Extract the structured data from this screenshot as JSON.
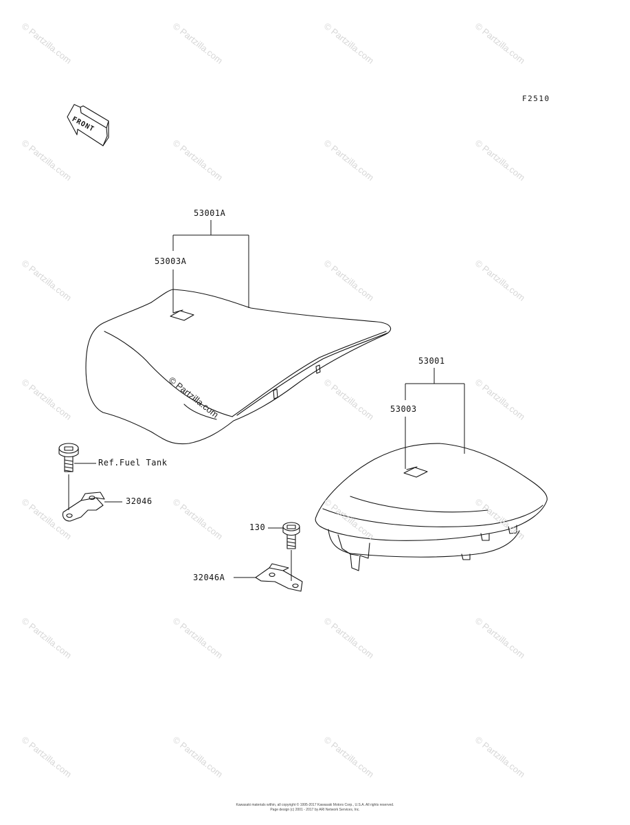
{
  "figure_id": "F2510",
  "front_label": "FRONT",
  "watermark": "© Partzilla.com",
  "parts": {
    "front_seat": "53001A",
    "front_seat_cover": "53003A",
    "rear_seat": "53001",
    "rear_seat_cover": "53003",
    "bracket": "32046",
    "bracket_a": "32046A",
    "bolt": "130",
    "ref_fuel_tank": "Ref.Fuel Tank"
  },
  "footer": {
    "line1": "Kawasaki materials within, all copyright © 1995-2017 Kawasaki Motors Corp., U.S.A. All rights reserved.",
    "line2": "Page design (c) 2001 - 2017 by ARI Network Services, Inc."
  }
}
